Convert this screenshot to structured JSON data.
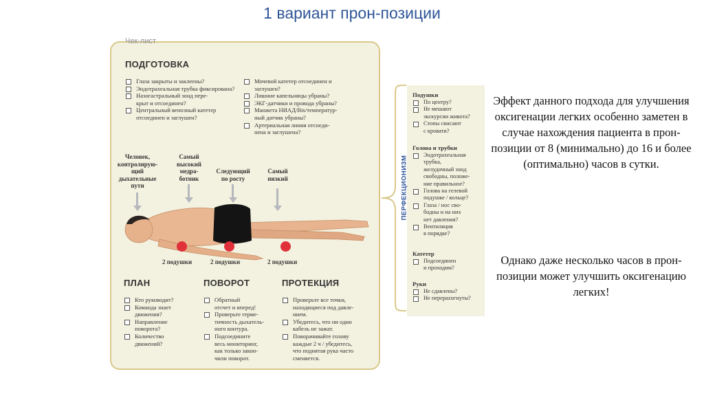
{
  "slide": {
    "title": "1 вариант прон-позиции"
  },
  "checklist": {
    "label": "Чек-лист",
    "preparation": {
      "title": "ПОДГОТОВКА",
      "left_items": [
        "Глаза закрыты и заклеены?",
        "Эндотрахеальная трубка фиксирована?",
        "Назогастральный зонд пере-",
        "крыт и отсоединен?",
        "Центральный венозный катетер отсоединен и заглушен?"
      ],
      "right_items": [
        "Мочевой катетер отсоединен и",
        "заглушен?",
        "Лишние капельницы убраны?",
        "ЭКГ-датчики и провода убраны?",
        "Манжета НИАД/Bis/температур-",
        "ный датчик убраны?",
        "Артериальная линия отсоеди-",
        "нена и заглушена?"
      ]
    },
    "roles": [
      {
        "line1": "Человек,",
        "line2": "контролирую-",
        "line3": "щий",
        "line4": "дыхательные",
        "line5": "пути"
      },
      {
        "line1": "Самый",
        "line2": "высокий",
        "line3": "медра-",
        "line4": "ботник"
      },
      {
        "line1": "Следующий",
        "line2": "по росту"
      },
      {
        "line1": "Самый",
        "line2": "низкий"
      }
    ],
    "pillows": [
      "2 подушки",
      "2 подушки",
      "2 подушки"
    ],
    "plan": {
      "title": "ПЛАН",
      "items": [
        "Кто руководит?",
        "Команда знает",
        "движения?",
        "Направление",
        "поворота?",
        "Количество",
        "движений?"
      ]
    },
    "turn": {
      "title": "ПОВОРОТ",
      "items": [
        "Обратный",
        "отсчет и вперед!",
        "Проверьте герме-",
        "тичность дыхатель-",
        "ного контура.",
        "Подсоедините",
        "весь мониторинг,",
        "как только закон-",
        "чили поворот."
      ]
    },
    "protection": {
      "title": "ПРОТЕКЦИЯ",
      "items": [
        "Проверьте все точки,",
        "находящиеся под давле-",
        "нием.",
        "Убедитесь, что ни один",
        "кабель не зажат.",
        "Поворачивайте голову",
        "каждые 2 ч / убедитесь,",
        "что поднятая рука часто",
        "сменяется."
      ]
    }
  },
  "perfectionism": {
    "label": "ПЕРФЕКЦИОНИЗМ",
    "pillows": {
      "heading": "Подушки",
      "items": [
        "По центру?",
        "Не мешают",
        "экскурсии живота?",
        "Стопы свисают",
        "с кровати?"
      ]
    },
    "head": {
      "heading": "Голова и трубки",
      "items": [
        "Эндотрахеальная",
        "трубка,",
        "желудочный зонд",
        "свободны, положе-",
        "ние правильное?",
        "Голова на гелевой",
        "подушке / кольце?",
        "Глаза / нос сво-",
        "бодны и на них",
        "нет давления?",
        "Вентиляция",
        "в порядке?"
      ]
    },
    "catheter": {
      "heading": "Катетер",
      "items": [
        "Подсоединен",
        "и проходим?"
      ]
    },
    "arms": {
      "heading": "Руки",
      "items": [
        "Не сдавлены?",
        "Не перерazогнуты?"
      ]
    }
  },
  "text": {
    "paragraph1": "Эффект данного подхода для улучшения оксигенации легких особенно заметен в случае нахождения пациента в прон-позиции от 8 (минимально) до 16 и более (оптимально) часов в сутки.",
    "paragraph2": "Однако даже несколько часов в прон-позиции может улучшить оксигенацию легких!"
  },
  "colors": {
    "title": "#2e5597",
    "card_bg": "#f3f1df",
    "card_border": "#d9c78a",
    "pillow": "#e0303a",
    "arrow": "#b5b8bd"
  }
}
